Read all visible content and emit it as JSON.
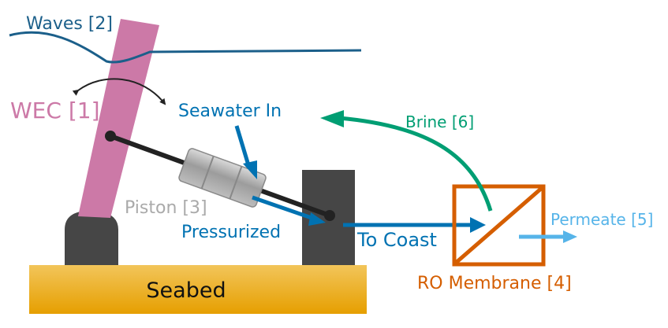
{
  "labels": {
    "waves": "Waves [2]",
    "wec": "WEC [1]",
    "seawater_in": "Seawater In",
    "brine": "Brine [6]",
    "piston": "Piston [3]",
    "pressurized": "Pressurized",
    "to_coast": "To Coast",
    "permeate": "Permeate [5]",
    "ro_membrane": "RO Membrane [4]",
    "seabed": "Seabed"
  },
  "colors": {
    "waves": "#1b5f8a",
    "wec": "#cc79a7",
    "seawater": "#0072b2",
    "brine": "#009e73",
    "piston": "#999999",
    "permeate": "#56b4e9",
    "membrane": "#d55e00",
    "seabed": "#e69f00",
    "block": "#464646"
  }
}
